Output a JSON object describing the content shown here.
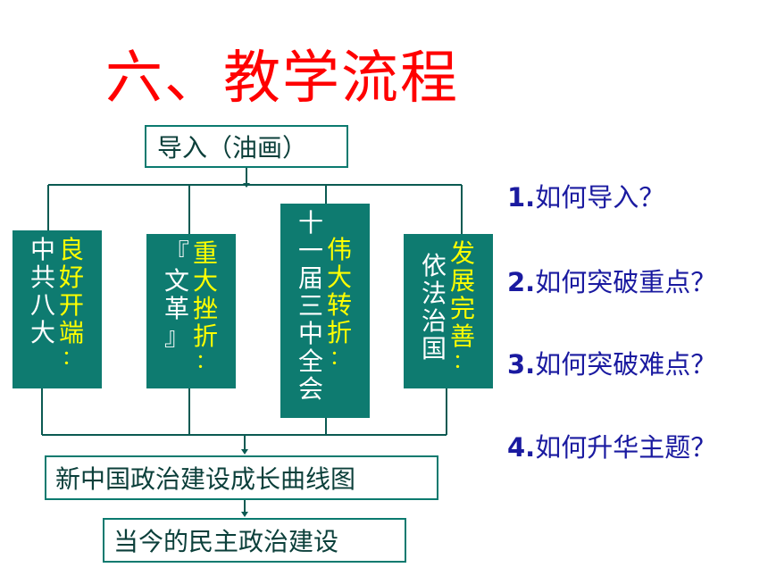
{
  "title": "六、教学流程",
  "flow": {
    "top": "导入（油画）",
    "stages": [
      {
        "label": [
          "良",
          "好",
          "开",
          "端",
          "："
        ],
        "detail": [
          "中",
          "共",
          "八",
          "大"
        ]
      },
      {
        "label": [
          "重",
          "大",
          "挫",
          "折",
          "："
        ],
        "detail": [
          "『",
          "文",
          "革",
          "』"
        ]
      },
      {
        "label": [
          "伟",
          "大",
          "转",
          "折",
          "："
        ],
        "detail": [
          "十",
          "一",
          "届",
          "三",
          "中",
          "全",
          "会"
        ]
      },
      {
        "label": [
          "发",
          "展",
          "完",
          "善",
          "："
        ],
        "detail": [
          "依",
          "法",
          "治",
          "国"
        ]
      }
    ],
    "bottom1": "新中国政治建设成长曲线图",
    "bottom2": "当今的民主政治建设"
  },
  "questions": [
    {
      "num": "1.",
      "text": "如何导入？"
    },
    {
      "num": "2.",
      "text": "如何突破重点？"
    },
    {
      "num": "3.",
      "text": "如何突破难点？"
    },
    {
      "num": "4.",
      "text": "如何升华主题？"
    }
  ],
  "colors": {
    "title": "#ff0000",
    "stage_fill": "#0e7b70",
    "label_text": "#ffff00",
    "detail_text": "#ffffff",
    "question_text": "#1a1aa0",
    "box_border": "#0b7a6f"
  }
}
